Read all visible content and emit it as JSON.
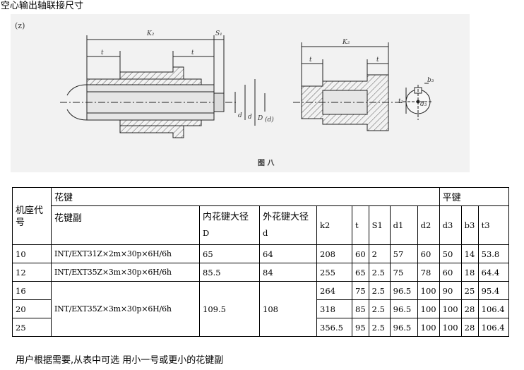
{
  "title": "空心输出轴联接尺寸",
  "drawing": {
    "label": "(z)",
    "caption": "图 八",
    "dims": {
      "k2": "K₂",
      "s1": "S₁",
      "t_left": "t",
      "t_right": "t",
      "t2_left": "t",
      "t2_right": "t",
      "d": "d",
      "d1": "d",
      "dD": "D",
      "d_paren": "(d)",
      "b3": "b₃",
      "t3": "t₃",
      "d3": "d₃"
    }
  },
  "table": {
    "group_headers": {
      "seat_code": "机座代号",
      "spline": "花键",
      "flat_key": "平键"
    },
    "col_headers": {
      "spline_pair": "花键副",
      "inner_major": "内花键大径",
      "inner_major_sym": "D",
      "outer_major": "外花键大径",
      "outer_major_sym": "d",
      "k2": "k2",
      "t": "t",
      "s1": "S1",
      "d1": "d1",
      "d2": "d2",
      "d3": "d3",
      "b3": "b3",
      "t3": "t3"
    },
    "rows": [
      {
        "seat": "10",
        "pair": "INT/EXT31Z×2m×30p×6H/6h",
        "D": "65",
        "d": "64",
        "k2": "208",
        "t": "60",
        "s1": "2",
        "d1": "57",
        "d2": "60",
        "d3": "50",
        "b3": "14",
        "t3": "53.8"
      },
      {
        "seat": "12",
        "pair": "INT/EXT35Z×3m×30p×6H/6h",
        "D": "85.5",
        "d": "84",
        "k2": "255",
        "t": "65",
        "s1": "2.5",
        "d1": "75",
        "d2": "78",
        "d3": "60",
        "b3": "18",
        "t3": "64.4"
      },
      {
        "seat": "16",
        "pair": "INT/EXT35Z×3m×30p×6H/6h",
        "D": "109.5",
        "d": "108",
        "k2": "264",
        "t": "75",
        "s1": "2.5",
        "d1": "96.5",
        "d2": "100",
        "d3": "90",
        "b3": "25",
        "t3": "95.4"
      },
      {
        "seat": "20",
        "k2": "318",
        "t": "85",
        "s1": "2.5",
        "d1": "96.5",
        "d2": "100",
        "d3": "100",
        "b3": "28",
        "t3": "106.4"
      },
      {
        "seat": "25",
        "k2": "356.5",
        "t": "95",
        "s1": "2.5",
        "d1": "96.5",
        "d2": "100",
        "d3": "100",
        "b3": "28",
        "t3": "106.4"
      }
    ]
  },
  "footer": "用户根据需要,从表中可选 用小一号或更小的花键副",
  "colors": {
    "drawing_bg": "#f2f2f2",
    "hatch": "#555555",
    "line": "#222222"
  }
}
